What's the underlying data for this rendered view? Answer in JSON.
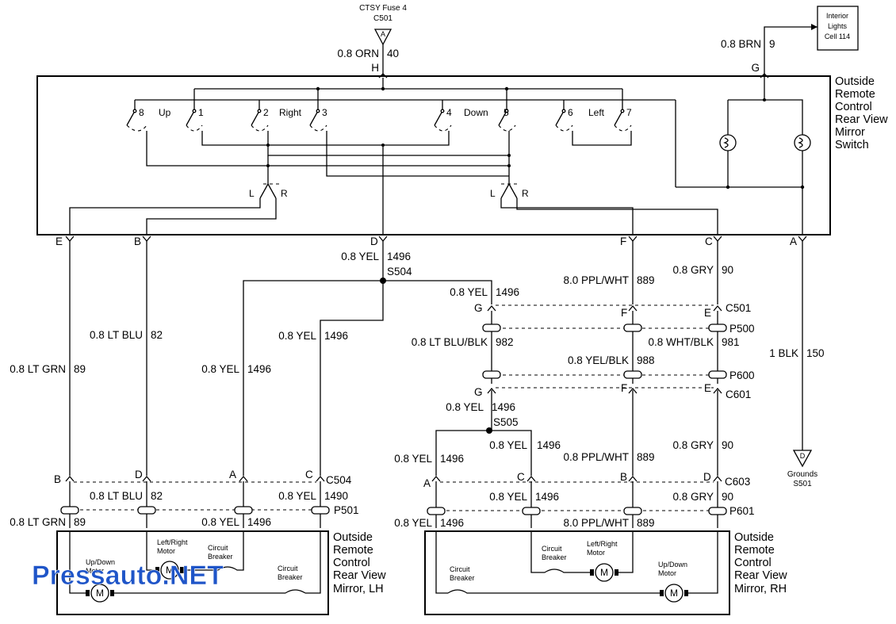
{
  "top": {
    "fuse_title": "CTSY Fuse 4",
    "fuse_conn": "C501",
    "fuse_pin": "A",
    "feed_wire": "0.8 ORN",
    "feed_circuit": "40",
    "feed_pin": "H",
    "lights_box": [
      "Interior",
      "Lights",
      "Cell 114"
    ],
    "lights_wire": "0.8 BRN",
    "lights_circuit": "9",
    "lights_pin": "G"
  },
  "switch": {
    "title": [
      "Outside",
      "Remote",
      "Control",
      "Rear View",
      "Mirror",
      "Switch"
    ],
    "groups": [
      {
        "label": "Up",
        "pins": [
          "8",
          "1"
        ]
      },
      {
        "label": "Right",
        "pins": [
          "2",
          "3"
        ]
      },
      {
        "label": "Down",
        "pins": [
          "4",
          "5"
        ]
      },
      {
        "label": "Left",
        "pins": [
          "6",
          "7"
        ]
      }
    ],
    "selector_left": "L",
    "selector_right": "R",
    "pins": [
      "E",
      "B",
      "D",
      "F",
      "C",
      "A"
    ]
  },
  "wires": {
    "d_yel": "0.8 YEL",
    "d_circuit": "1496",
    "s504": "S504",
    "s505": "S505",
    "lt_grn": "0.8 LT GRN",
    "c89": "89",
    "lt_blu": "0.8 LT BLU",
    "c82": "82",
    "yel": "0.8 YEL",
    "c1496": "1496",
    "c1490": "1490",
    "ppl_wht_8": "8.0 PPL/WHT",
    "ppl_wht": "0.8 PPL/WHT",
    "c889": "889",
    "gry": "0.8 GRY",
    "c90": "90",
    "lt_blu_blk": "0.8 LT BLU/BLK",
    "c982": "982",
    "wht_blk": "0.8 WHT/BLK",
    "c981": "981",
    "yel_blk": "0.8 YEL/BLK",
    "c988": "988",
    "blk": "1 BLK",
    "c150": "150"
  },
  "connectors": {
    "c501": "C501",
    "p500": "P500",
    "p600": "P600",
    "c601": "C601",
    "c504": "C504",
    "p501": "P501",
    "c603": "C603",
    "p601": "P601",
    "pin_g": "G",
    "pin_f": "F",
    "pin_e": "E",
    "pin_a": "A",
    "pin_b": "B",
    "pin_c": "C",
    "pin_d": "D"
  },
  "ground": {
    "pin": "D",
    "label": [
      "Grounds",
      "S501"
    ]
  },
  "mirror_lh": {
    "title": [
      "Outside",
      "Remote",
      "Control",
      "Rear View",
      "Mirror, LH"
    ],
    "updown": [
      "Up/Down",
      "Motor"
    ],
    "leftright": [
      "Left/Right",
      "Motor"
    ],
    "breaker1": [
      "Circuit",
      "Breaker"
    ],
    "breaker2": [
      "Circuit",
      "Breaker"
    ],
    "motor_symbol": "M"
  },
  "mirror_rh": {
    "title": [
      "Outside",
      "Remote",
      "Control",
      "Rear View",
      "Mirror, RH"
    ],
    "updown": [
      "Up/Down",
      "Motor"
    ],
    "leftright": [
      "Left/Right",
      "Motor"
    ],
    "breaker1": [
      "Circuit",
      "Breaker"
    ],
    "breaker2": [
      "Circuit",
      "Breaker"
    ],
    "motor_symbol": "M"
  },
  "watermark": "Pressauto.NET"
}
